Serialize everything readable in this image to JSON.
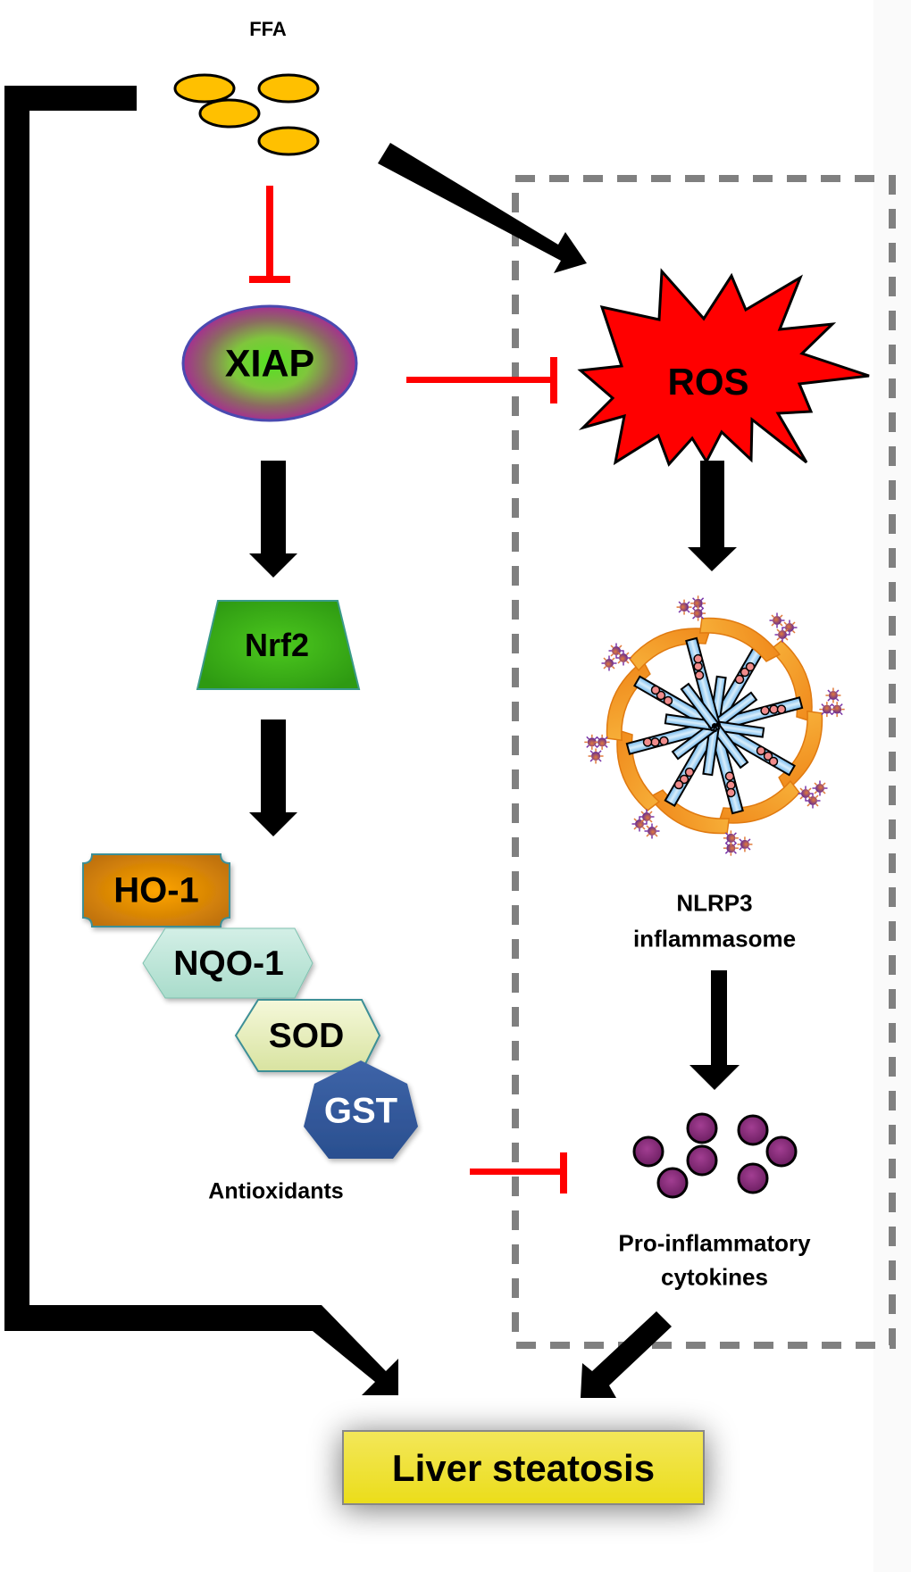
{
  "diagram": {
    "title": "XIAP protects against FFA-induced liver steatosis",
    "nodes": {
      "ffa": {
        "label": "FFA",
        "color": "#FFC000"
      },
      "xiap": {
        "label": "XIAP",
        "center_color": "#55E022",
        "edge_color": "#9B2F8F",
        "border_color": "#4A4AB0"
      },
      "nrf2": {
        "label": "Nrf2",
        "color": "#3FB21A"
      },
      "antioxidants": {
        "label": "Antioxidants",
        "items": [
          {
            "label": "HO-1",
            "color": "#E8960F",
            "text_color": "#000000"
          },
          {
            "label": "NQO-1",
            "color": "#BDE6DA",
            "text_color": "#000000"
          },
          {
            "label": "SOD",
            "color": "#EAF0BE",
            "text_color": "#000000"
          },
          {
            "label": "GST",
            "color": "#2E5597",
            "text_color": "#FFFFFF"
          }
        ]
      },
      "ros": {
        "label": "ROS",
        "color": "#FF0000"
      },
      "nlrp3": {
        "label_line1": "NLRP3",
        "label_line2": "inflammasome"
      },
      "cytokines": {
        "label_line1": "Pro-inflammatory",
        "label_line2": "cytokines",
        "color": "#8E2A7E"
      },
      "liver": {
        "label": "Liver steatosis",
        "color": "#F2E636"
      }
    },
    "edges": [
      {
        "from": "FFA",
        "to": "XIAP",
        "type": "inhibit",
        "color": "#FF0000"
      },
      {
        "from": "FFA",
        "to": "ROS",
        "type": "activate",
        "color": "#000000"
      },
      {
        "from": "XIAP",
        "to": "ROS",
        "type": "inhibit",
        "color": "#FF0000"
      },
      {
        "from": "XIAP",
        "to": "Nrf2",
        "type": "activate",
        "color": "#000000"
      },
      {
        "from": "Nrf2",
        "to": "Antioxidants",
        "type": "activate",
        "color": "#000000"
      },
      {
        "from": "Antioxidants",
        "to": "Pro-inflammatory cytokines",
        "type": "inhibit",
        "color": "#FF0000"
      },
      {
        "from": "ROS",
        "to": "NLRP3 inflammasome",
        "type": "activate",
        "color": "#000000"
      },
      {
        "from": "NLRP3 inflammasome",
        "to": "Pro-inflammatory cytokines",
        "type": "activate",
        "color": "#000000"
      },
      {
        "from": "FFA",
        "to": "Liver steatosis",
        "type": "activate",
        "color": "#000000"
      },
      {
        "from": "Pro-inflammatory cytokines",
        "to": "Liver steatosis",
        "type": "activate",
        "color": "#000000"
      }
    ],
    "group_box": {
      "contains": [
        "ROS",
        "NLRP3 inflammasome",
        "Pro-inflammatory cytokines"
      ],
      "style": "dashed",
      "color": "#808080"
    }
  }
}
